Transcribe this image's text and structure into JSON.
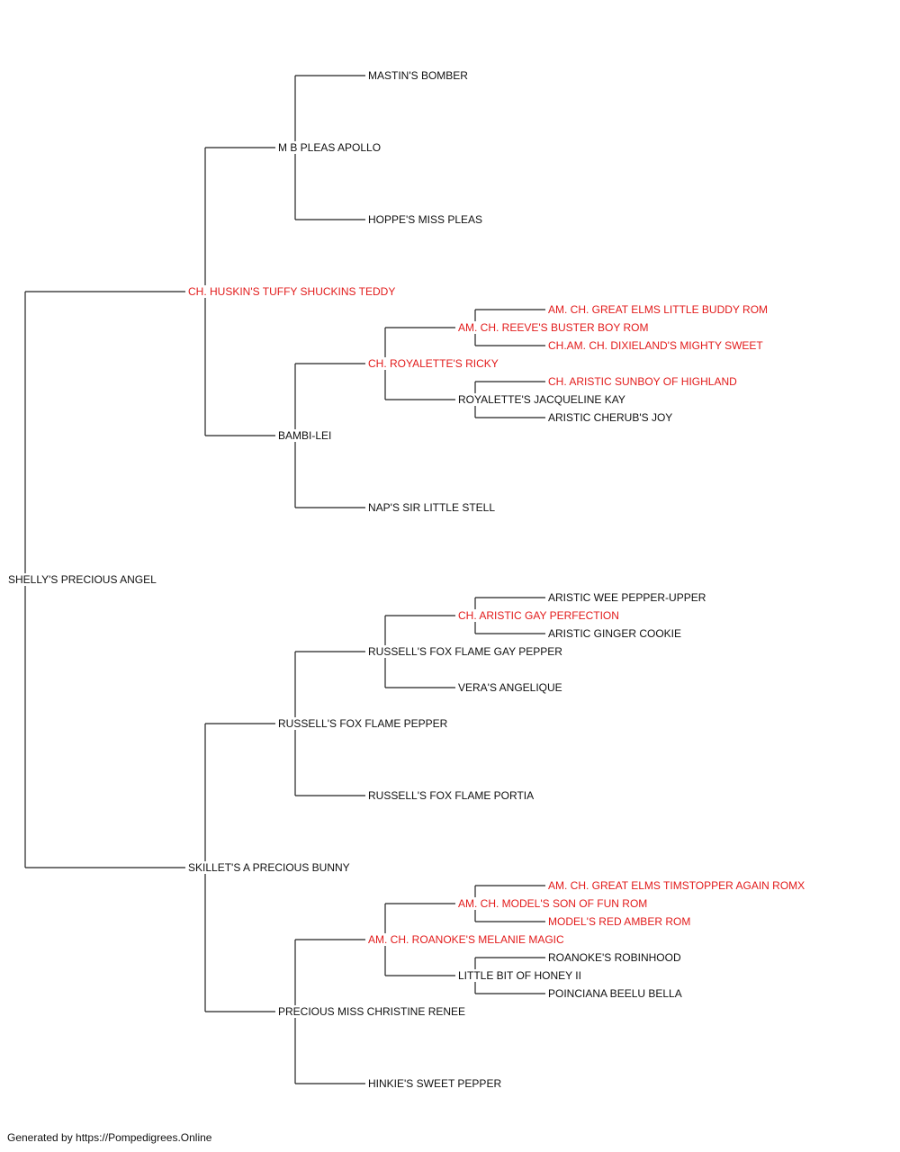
{
  "pedigree": {
    "root": {
      "name": "SHELLY'S PRECIOUS ANGEL",
      "champion": false,
      "children": [
        {
          "name": "CH. HUSKIN'S TUFFY SHUCKINS TEDDY",
          "champion": true,
          "children": [
            {
              "name": "M B PLEAS APOLLO",
              "champion": false,
              "children": [
                {
                  "name": "MASTIN'S BOMBER",
                  "champion": false
                },
                {
                  "name": "HOPPE'S MISS PLEAS",
                  "champion": false
                }
              ]
            },
            {
              "name": "BAMBI-LEI",
              "champion": false,
              "children": [
                {
                  "name": "CH. ROYALETTE'S RICKY",
                  "champion": true,
                  "children": [
                    {
                      "name": "AM. CH. REEVE'S BUSTER BOY ROM",
                      "champion": true,
                      "children": [
                        {
                          "name": "AM. CH. GREAT ELMS LITTLE BUDDY ROM",
                          "champion": true
                        },
                        {
                          "name": "CH.AM. CH. DIXIELAND'S MIGHTY SWEET",
                          "champion": true
                        }
                      ]
                    },
                    {
                      "name": "ROYALETTE'S JACQUELINE KAY",
                      "champion": false,
                      "children": [
                        {
                          "name": "CH. ARISTIC SUNBOY OF HIGHLAND",
                          "champion": true
                        },
                        {
                          "name": "ARISTIC CHERUB'S JOY",
                          "champion": false
                        }
                      ]
                    }
                  ]
                },
                {
                  "name": "NAP'S SIR LITTLE STELL",
                  "champion": false
                }
              ]
            }
          ]
        },
        {
          "name": "SKILLET'S A PRECIOUS BUNNY",
          "champion": false,
          "children": [
            {
              "name": "RUSSELL'S FOX FLAME PEPPER",
              "champion": false,
              "children": [
                {
                  "name": "RUSSELL'S FOX FLAME GAY PEPPER",
                  "champion": false,
                  "children": [
                    {
                      "name": "CH. ARISTIC GAY PERFECTION",
                      "champion": true,
                      "children": [
                        {
                          "name": "ARISTIC WEE PEPPER-UPPER",
                          "champion": false
                        },
                        {
                          "name": "ARISTIC GINGER COOKIE",
                          "champion": false
                        }
                      ]
                    },
                    {
                      "name": "VERA'S ANGELIQUE",
                      "champion": false
                    }
                  ]
                },
                {
                  "name": "RUSSELL'S FOX FLAME PORTIA",
                  "champion": false
                }
              ]
            },
            {
              "name": "PRECIOUS MISS CHRISTINE RENEE",
              "champion": false,
              "children": [
                {
                  "name": "AM. CH. ROANOKE'S MELANIE MAGIC",
                  "champion": true,
                  "children": [
                    {
                      "name": "AM. CH. MODEL'S SON OF FUN ROM",
                      "champion": true,
                      "children": [
                        {
                          "name": "AM. CH. GREAT ELMS TIMSTOPPER AGAIN ROMX",
                          "champion": true
                        },
                        {
                          "name": "MODEL'S RED AMBER ROM",
                          "champion": true
                        }
                      ]
                    },
                    {
                      "name": "LITTLE BIT OF HONEY II",
                      "champion": false,
                      "children": [
                        {
                          "name": "ROANOKE'S ROBINHOOD",
                          "champion": false
                        },
                        {
                          "name": "POINCIANA BEELU BELLA",
                          "champion": false
                        }
                      ]
                    }
                  ]
                },
                {
                  "name": "HINKIE'S SWEET PEPPER",
                  "champion": false
                }
              ]
            }
          ]
        }
      ]
    }
  },
  "colors": {
    "champion_text": "#e21b1b",
    "normal_text": "#111111",
    "connector": "#222222"
  },
  "footer": {
    "text": "Generated by https://Pompedigrees.Online"
  }
}
